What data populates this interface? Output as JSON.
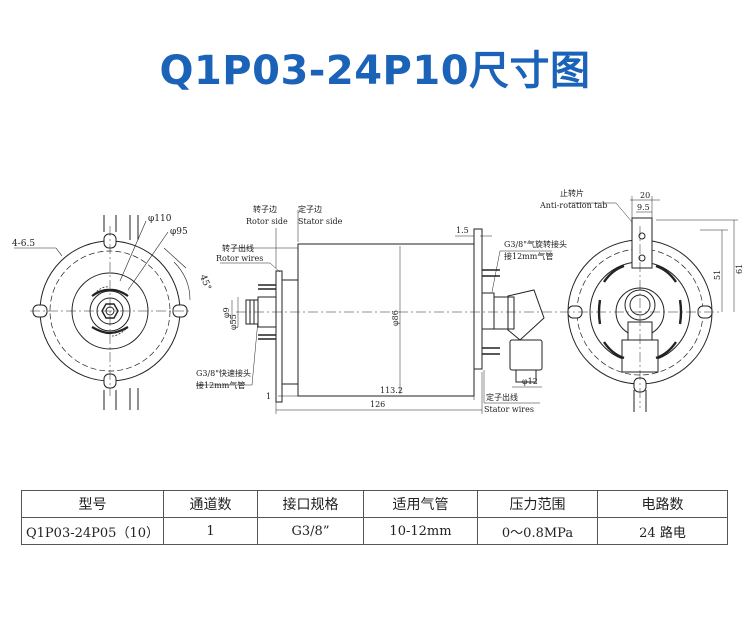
{
  "title": "Q1P03-24P10尺寸图",
  "drawing": {
    "left_view": {
      "slot_label": "4-6.5",
      "dia_outer": "φ110",
      "dia_bolt": "φ95",
      "angle": "45°"
    },
    "side_view": {
      "rotor_side_cn": "转子边",
      "stator_side_cn": "定子边",
      "rotor_side_en": "Rotor side",
      "stator_side_en": "Stator side",
      "rotor_wires_cn": "转子出线",
      "rotor_wires_en": "Rotor wires",
      "dia_shaft": "φ55",
      "dia_small": "φ9",
      "fitting_fast_cn": "G3/8\"快速接头",
      "tube_cn": "接12mm气管",
      "dim_1": "1",
      "dim_15": "1.5",
      "body_dia": "φ86",
      "len_body": "113.2",
      "len_total": "126",
      "fitting_rot_cn": "G3/8\"气旋转接头",
      "tube_cn_2": "接12mm气管",
      "dia_12": "φ12",
      "stator_wires_cn": "定子出线",
      "stator_wires_en": "Stator wires"
    },
    "right_view": {
      "anti_rot_cn": "止转片",
      "anti_rot_en": "Anti-rotation tab",
      "dim_20": "20",
      "dim_95": "9.5",
      "dim_51": "51",
      "dim_61": "61"
    }
  },
  "table": {
    "headers": [
      "型号",
      "通道数",
      "接口规格",
      "适用气管",
      "压力范围",
      "电路数"
    ],
    "row": [
      "Q1P03-24P05（10）",
      "1",
      "G3/8”",
      "10-12mm",
      "0～0.8MPa",
      "24 路电"
    ]
  }
}
